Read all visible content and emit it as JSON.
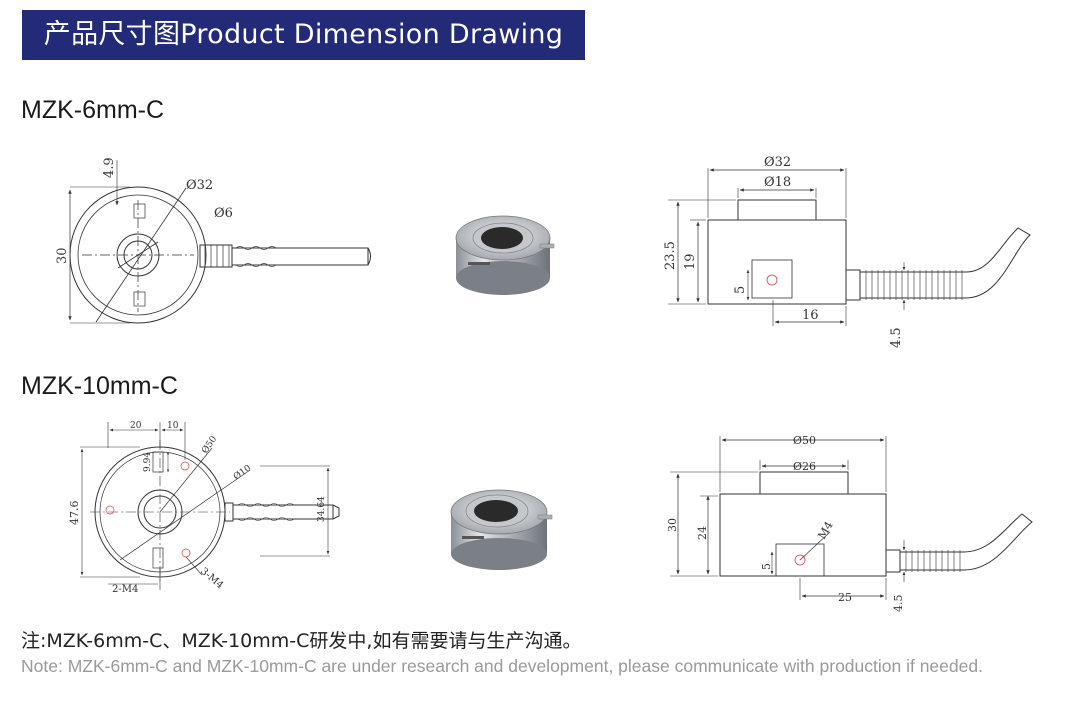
{
  "header": {
    "title": "产品尺寸图Product Dimension Drawing"
  },
  "models": [
    {
      "name": "MZK-6mm-C",
      "front_view": {
        "dims": {
          "top_offset": "4.9",
          "outer_diameter": "Ø32",
          "bore_diameter": "Ø6",
          "height": "30"
        }
      },
      "side_view": {
        "dims": {
          "width": "Ø32",
          "cap_width": "Ø18",
          "total_height": "23.5",
          "body_height": "19",
          "slot_height": "5",
          "slot_offset": "16",
          "cable_height": "4.5"
        }
      }
    },
    {
      "name": "MZK-10mm-C",
      "front_view": {
        "dims": {
          "offset_left": "20",
          "offset_right": "10",
          "outer_diameter": "Ø50",
          "bore_diameter": "Ø10",
          "hole_offset": "9.94",
          "height": "47.6",
          "cable_span": "34.64",
          "holes_bottom": "2-M4",
          "holes_side": "3-M4"
        }
      },
      "side_view": {
        "dims": {
          "width": "Ø50",
          "cap_width": "Ø26",
          "total_height": "30",
          "body_height": "24",
          "slot_height": "5",
          "thread": "M4",
          "slot_offset": "25",
          "cable_height": "4.5"
        }
      }
    }
  ],
  "note": {
    "cn": "注:MZK-6mm-C、MZK-10mm-C研发中,如有需要请与生产沟通。",
    "en": "Note: MZK-6mm-C and MZK-10mm-C are under research and development, please communicate with production if needed."
  },
  "colors": {
    "header_bg": "#232a78",
    "header_text": "#ffffff",
    "note_en": "#9a9a9a",
    "line": "#333333"
  }
}
